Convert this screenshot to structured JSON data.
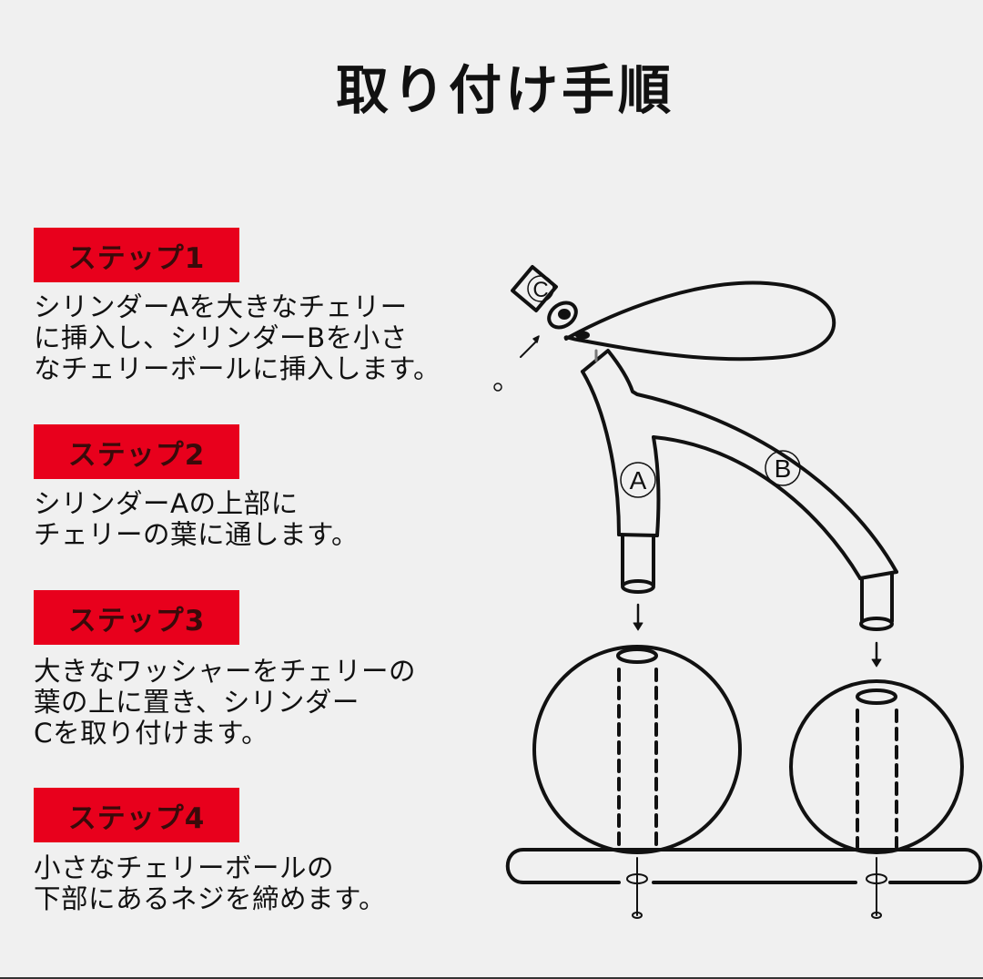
{
  "page": {
    "title": "取り付け手順",
    "background": "#f0f0f0",
    "accent_color": "#e8001c"
  },
  "steps": [
    {
      "label": "ステップ1",
      "lines": [
        "シリンダーAを大きなチェリー",
        "に挿入し、シリンダーBを小さ",
        "なチェリーボールに挿入します。"
      ]
    },
    {
      "label": "ステップ2",
      "lines": [
        "シリンダーAの上部に",
        "チェリーの葉に通します。"
      ]
    },
    {
      "label": "ステップ3",
      "lines": [
        "大きなワッシャーをチェリーの",
        "葉の上に置き、シリンダー",
        "Cを取り付けます。"
      ]
    },
    {
      "label": "ステップ4",
      "lines": [
        "小さなチェリーボールの",
        "下部にあるネジを締めます。"
      ]
    }
  ],
  "diagram": {
    "labels": {
      "cylinder_a": "A",
      "cylinder_b": "B",
      "cylinder_c": "C"
    },
    "parts": [
      "cherry-leaf",
      "washer",
      "cylinder-a",
      "cylinder-b",
      "cylinder-c",
      "large-cherry-ball",
      "small-cherry-ball",
      "base-plate",
      "screw-left",
      "screw-right"
    ]
  }
}
